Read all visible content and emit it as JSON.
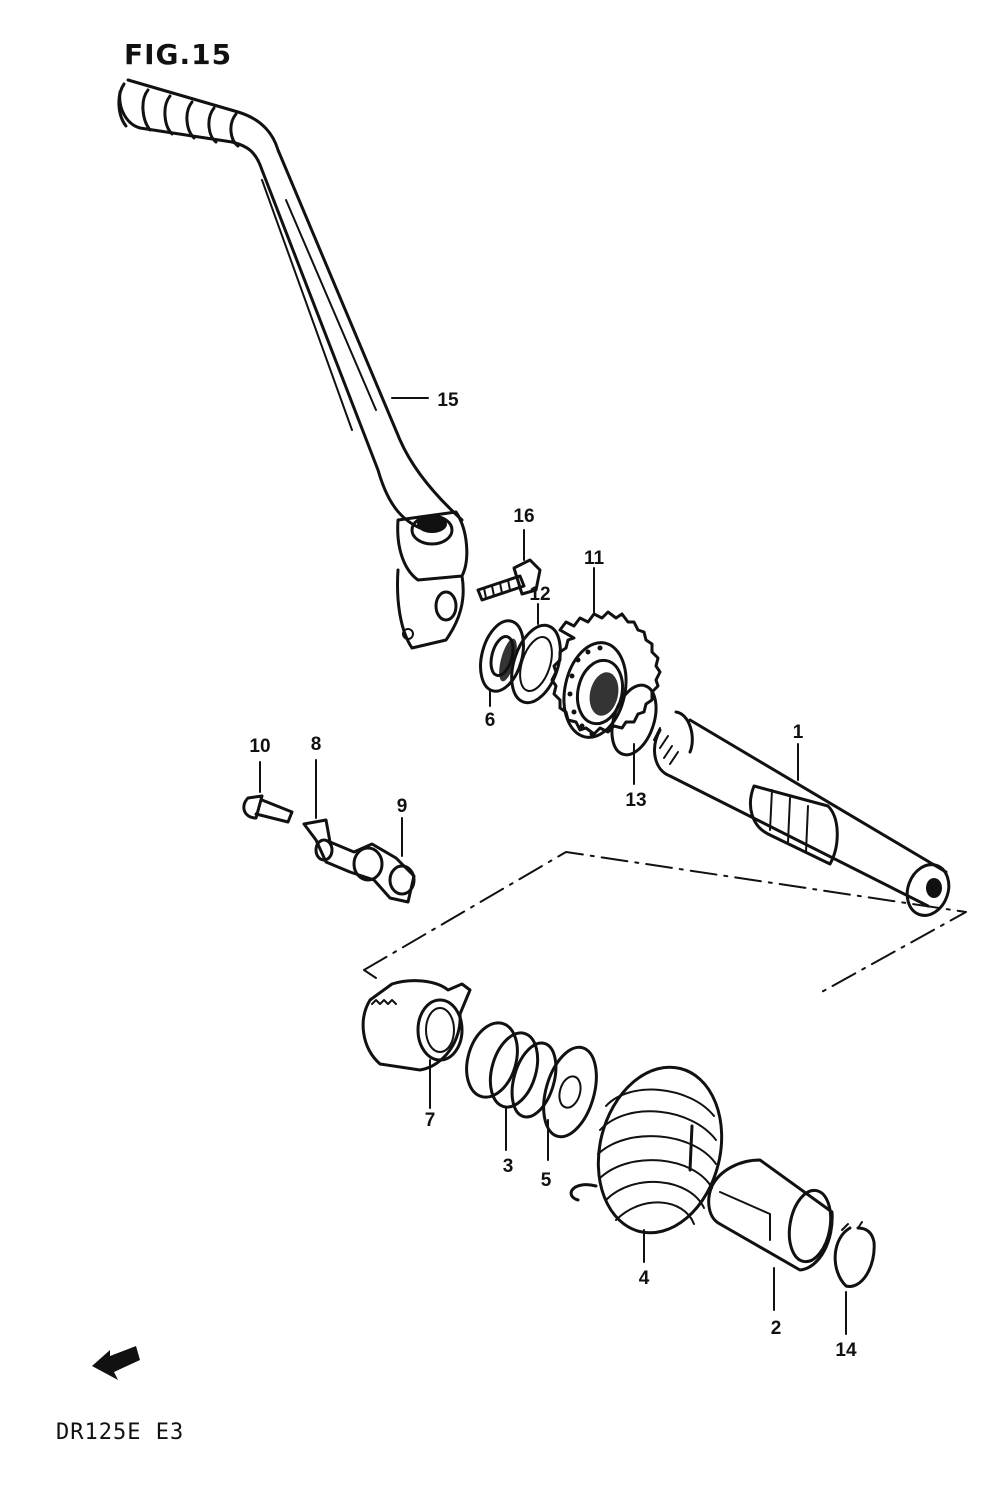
{
  "figure": {
    "title": "FIG.15",
    "model": "DR125E E3"
  },
  "parts": [
    {
      "number": "1"
    },
    {
      "number": "2"
    },
    {
      "number": "3"
    },
    {
      "number": "4"
    },
    {
      "number": "5"
    },
    {
      "number": "6"
    },
    {
      "number": "7"
    },
    {
      "number": "8"
    },
    {
      "number": "9"
    },
    {
      "number": "10"
    },
    {
      "number": "11"
    },
    {
      "number": "12"
    },
    {
      "number": "13"
    },
    {
      "number": "14"
    },
    {
      "number": "15"
    },
    {
      "number": "16"
    }
  ],
  "icons": {
    "direction_marker": "fwd-arrow-icon"
  }
}
